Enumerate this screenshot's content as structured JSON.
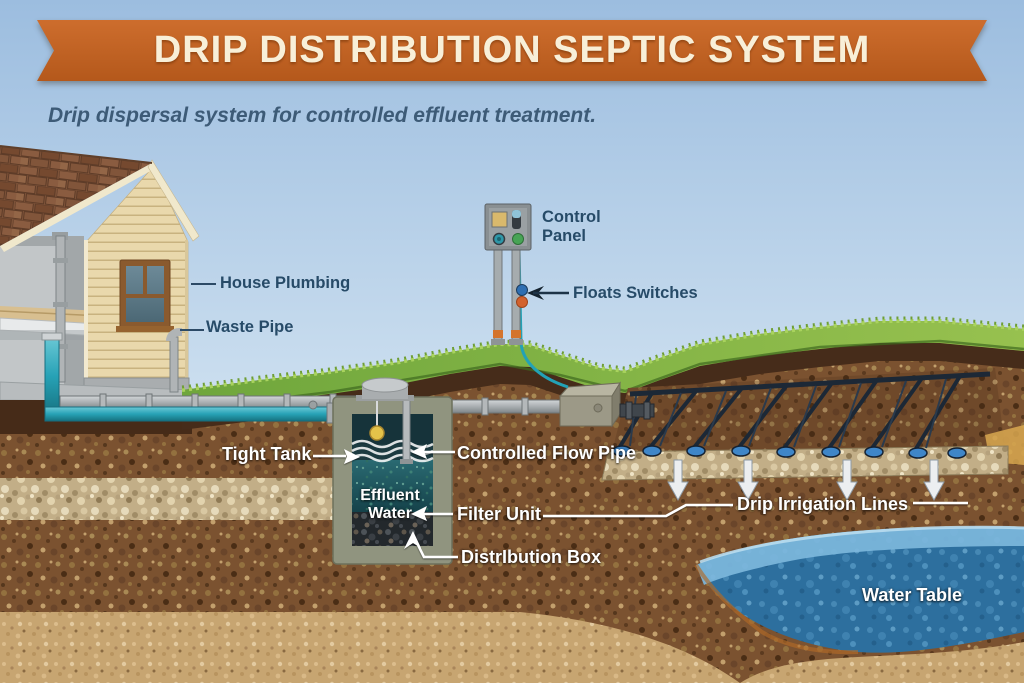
{
  "banner": {
    "title": "DRIP DISTRIBUTION SEPTIC SYSTEM"
  },
  "subtitle": "Drip dispersal system for controlled effluent treatment.",
  "callouts": {
    "house_plumbing": "House Plumbing",
    "waste_pipe": "Waste Pipe",
    "control_panel_line1": "Control",
    "control_panel_line2": "Panel",
    "floats_switches": "Floats Switches",
    "tight_tank": "Tight Tank",
    "controlled_flow_pipe": "Controlled Flow Pipe",
    "effluent_water_line1": "Effluent",
    "effluent_water_line2": "Water",
    "filter_unit": "Filter Unit",
    "distribution_box": "DistrIbution Box",
    "drip_irrigation_lines": "Drip Irrigation Lines",
    "water_table": "Water Table"
  },
  "colors": {
    "banner_bg": "#c2611e",
    "banner_text": "#f8efd8",
    "label_dark": "#274b68",
    "label_light": "#ffffff",
    "sky": "#a3c2e2",
    "grass": "#7fb344",
    "soil": "#7b5230",
    "gravel": "#c2ae87",
    "water_table_blue": "#2d6f9e",
    "pipe_teal": "#24a0b4",
    "pipe_gray": "#9aa0a3",
    "drip_line": "#1c2836",
    "emitter_blue": "#3f86c8",
    "float_orange": "#d2622e",
    "float_blue": "#2f6fb2"
  }
}
